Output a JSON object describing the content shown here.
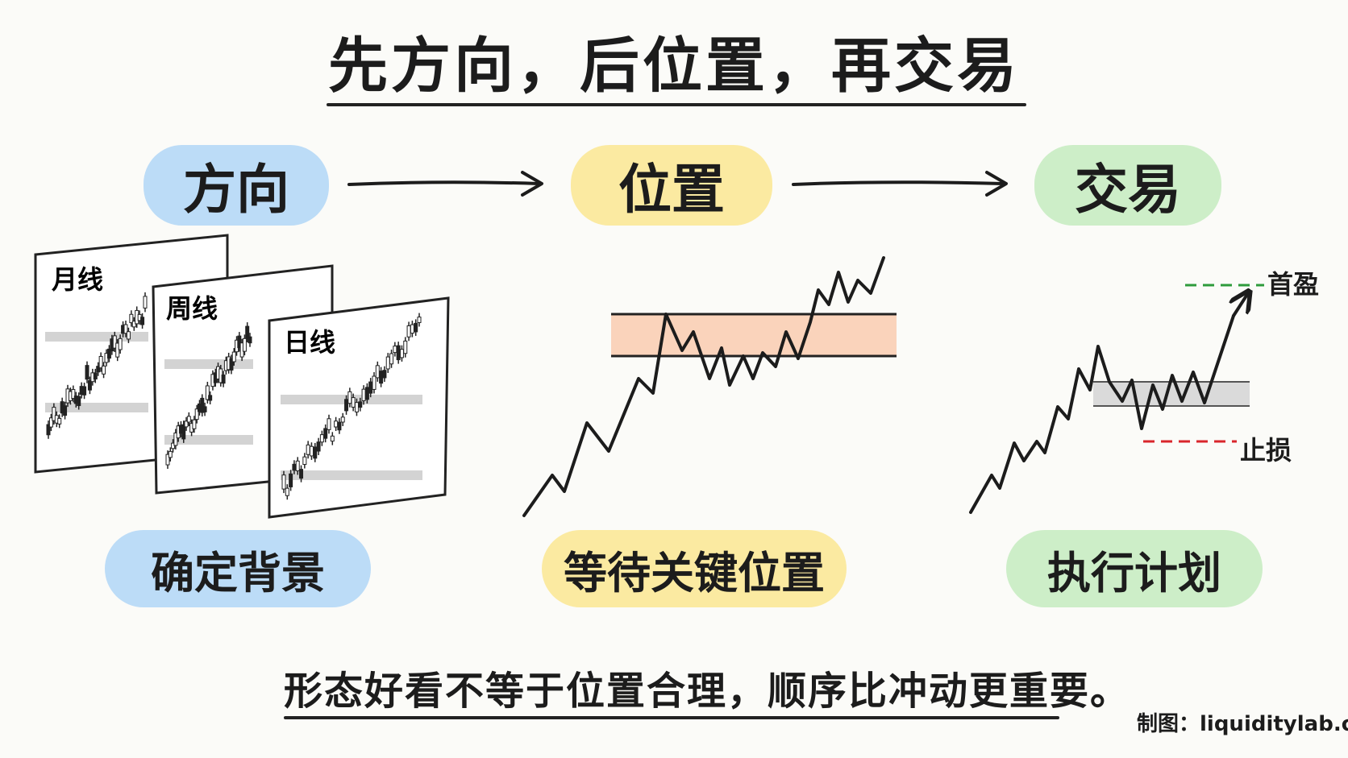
{
  "title": "先方向，后位置，再交易",
  "steps": [
    {
      "label": "方向",
      "caption": "确定背景",
      "color": "#bcdcf7"
    },
    {
      "label": "位置",
      "caption": "等待关键位置",
      "color": "#fbeaa1"
    },
    {
      "label": "交易",
      "caption": "执行计划",
      "color": "#cdeec8"
    }
  ],
  "timeframes": [
    "月线",
    "周线",
    "日线"
  ],
  "trade_labels": {
    "target": "首盈",
    "stop": "止损"
  },
  "colors": {
    "zone_orange": "#f9cbb0",
    "zone_gray": "#d6d6d6",
    "target_line": "#2e9b3c",
    "stop_line": "#d9262b"
  },
  "footer": "形态好看不等于位置合理，顺序比冲动更重要。",
  "credit": "制图：liquiditylab.org"
}
